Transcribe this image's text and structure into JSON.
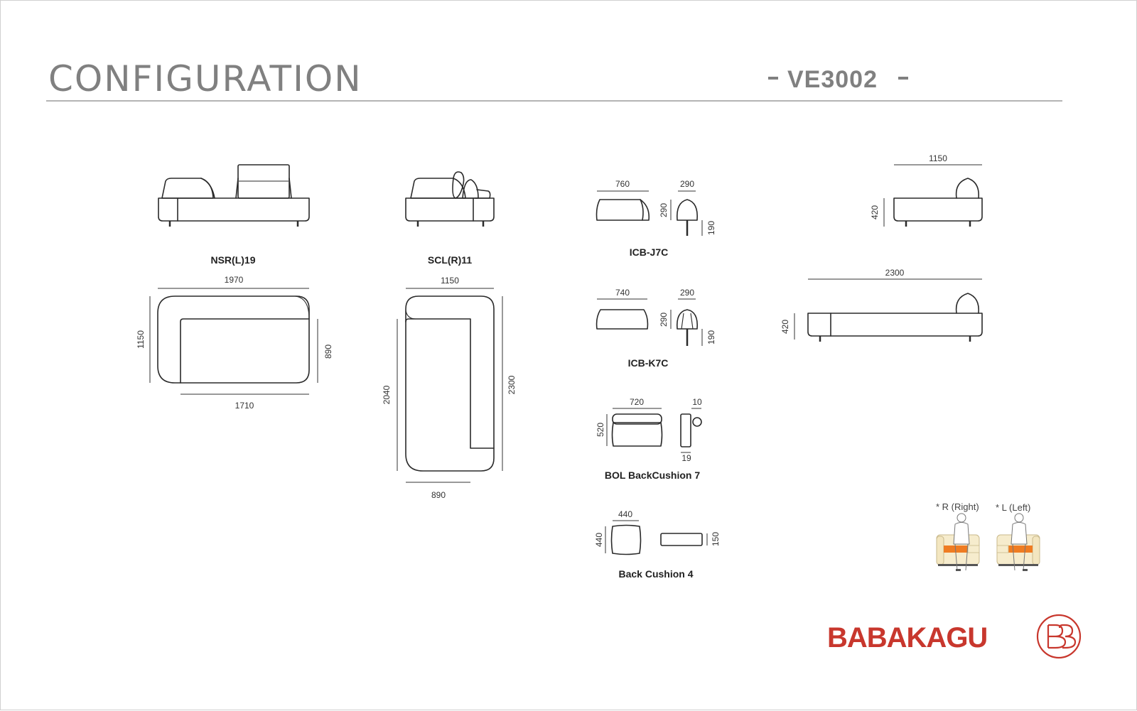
{
  "header": {
    "title": "CONFIGURATION",
    "model": "VE3002"
  },
  "modules": {
    "nsr": {
      "label": "NSR(L)19",
      "width": "1970",
      "depth": "1150",
      "inner_depth": "890",
      "seat_width": "1710"
    },
    "scl": {
      "label": "SCL(R)11",
      "width": "1150",
      "seat_length": "2040",
      "length": "2300",
      "seat_width": "890"
    }
  },
  "cushions": {
    "icb_j7c": {
      "label": "ICB-J7C",
      "width": "760",
      "depth": "290",
      "height": "290",
      "stand": "190"
    },
    "icb_k7c": {
      "label": "ICB-K7C",
      "width": "740",
      "depth": "290",
      "height": "290",
      "stand": "190"
    },
    "bol": {
      "label": "BOL BackCushion 7",
      "width": "720",
      "height": "520",
      "top": "10",
      "bottom": "19"
    },
    "back": {
      "label": "Back Cushion 4",
      "width": "440",
      "height": "440",
      "thickness": "150"
    }
  },
  "side_views": {
    "short": {
      "width": "1150",
      "height": "420"
    },
    "long": {
      "width": "2300",
      "height": "420"
    }
  },
  "handedness": {
    "right": "* R (Right)",
    "left": "* L (Left)"
  },
  "brand": {
    "name": "BABAKAGU",
    "color": "#c8372d"
  }
}
